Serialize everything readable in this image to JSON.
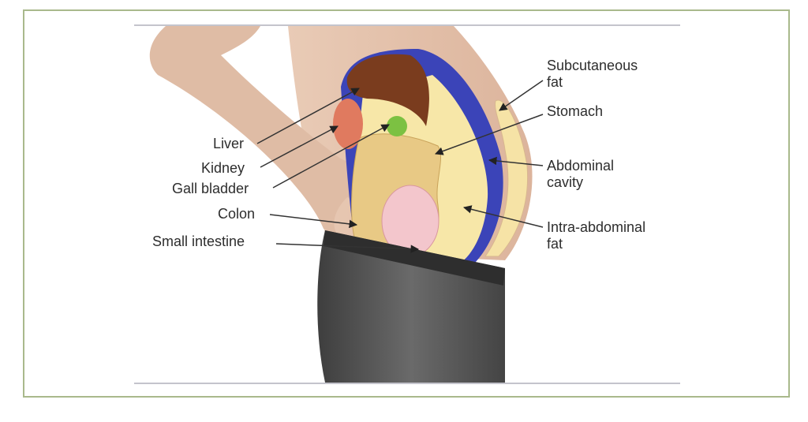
{
  "labels": {
    "liver": "Liver",
    "kidney": "Kidney",
    "gall_bladder": "Gall bladder",
    "colon": "Colon",
    "small_intestine": "Small intestine",
    "subcutaneous_fat": [
      "Subcutaneous",
      "fat"
    ],
    "stomach": "Stomach",
    "abdominal_cavity": [
      "Abdominal",
      "cavity"
    ],
    "intra_abdominal_fat": [
      "Intra-abdominal",
      "fat"
    ]
  },
  "colors": {
    "frame": "#a9b98c",
    "skin": "#e6c3ad",
    "cavity": "#3b44b8",
    "fat": "#f7e7a8",
    "liver": "#7a3c1e",
    "kidney": "#e07a5f",
    "gall_bladder": "#7cc142",
    "small_intestine": "#f3c6cc",
    "pants": "#555555"
  }
}
